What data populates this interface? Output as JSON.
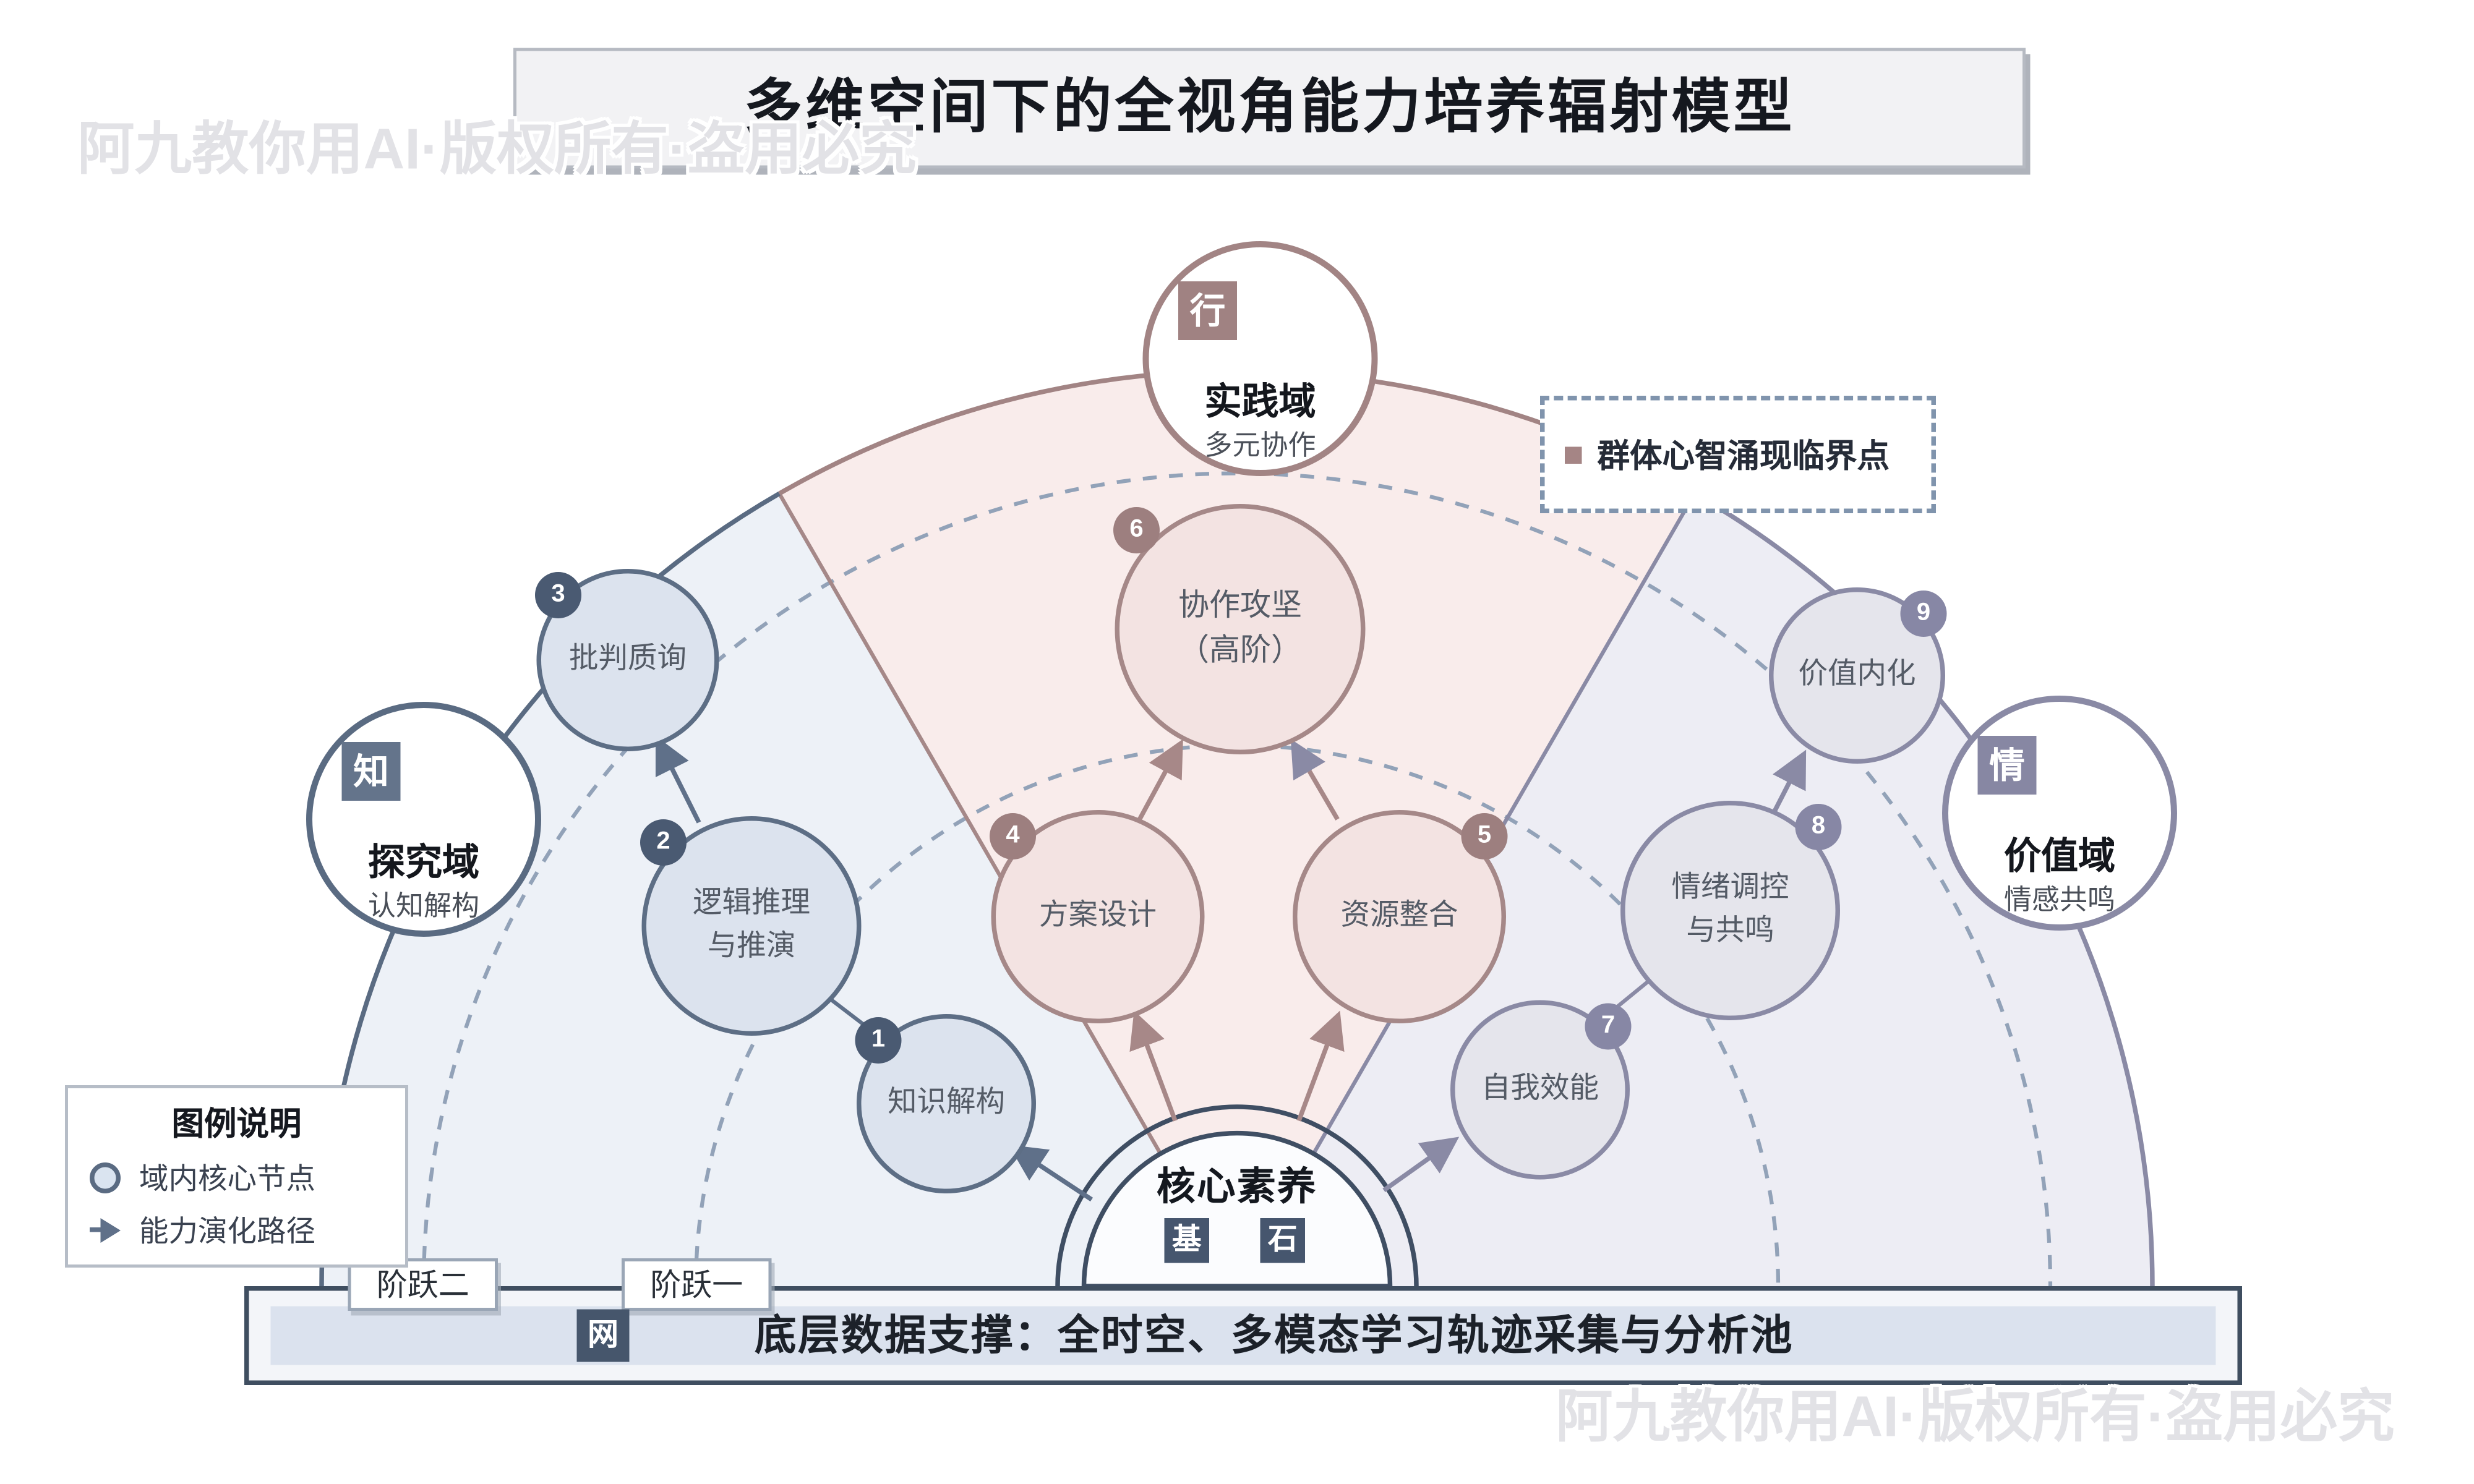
{
  "title": "多维空间下的全视角能力培养辐射模型",
  "watermark": "阿九教你用AI·版权所有·盗用必究",
  "core": {
    "label": "核心素养",
    "badge_left": "基",
    "badge_right": "石"
  },
  "base_bar": {
    "badge": "网",
    "text": "底层数据支撑：全时空、多模态学习轨迹采集与分析池"
  },
  "steps": {
    "step_one": "阶跃一",
    "step_two": "阶跃二"
  },
  "domains": {
    "inquiry": {
      "badge": "知",
      "title": "探究域",
      "subtitle": "认知解构"
    },
    "practice": {
      "badge": "行",
      "title": "实践域",
      "subtitle": "多元协作"
    },
    "value": {
      "badge": "情",
      "title": "价值域",
      "subtitle": "情感共鸣"
    }
  },
  "nodes": {
    "n1": {
      "num": "1",
      "lines": [
        "知识解构"
      ]
    },
    "n2": {
      "num": "2",
      "lines": [
        "逻辑推理",
        "与推演"
      ]
    },
    "n3": {
      "num": "3",
      "lines": [
        "批判质询"
      ]
    },
    "n4": {
      "num": "4",
      "lines": [
        "方案设计"
      ]
    },
    "n5": {
      "num": "5",
      "lines": [
        "资源整合"
      ]
    },
    "n6": {
      "num": "6",
      "lines": [
        "协作攻坚",
        "（高阶）"
      ]
    },
    "n7": {
      "num": "7",
      "lines": [
        "自我效能"
      ]
    },
    "n8": {
      "num": "8",
      "lines": [
        "情绪调控",
        "与共鸣"
      ]
    },
    "n9": {
      "num": "9",
      "lines": [
        "价值内化"
      ]
    }
  },
  "annotation": {
    "text": "群体心智涌现临界点"
  },
  "legend": {
    "title": "图例说明",
    "items": [
      {
        "label": "域内核心节点"
      },
      {
        "label": "能力演化路径"
      }
    ]
  },
  "colors": {
    "slate": "#5a6b82",
    "slate_dark": "#46566c",
    "rose": "#a28484",
    "rose_badge": "#9d7f7f",
    "purple": "#8a8aa5",
    "purple_badge": "#8787a5",
    "sector_left": "#edf1f7",
    "sector_mid": "#f9eceb",
    "sector_right": "#ededf4",
    "node_blue": "#dce3ee",
    "node_pink": "#f3e3e2",
    "node_purple": "#e5e5ec",
    "dashed_arc": "#92a2b8",
    "bar_fill": "#dbe2ee"
  }
}
